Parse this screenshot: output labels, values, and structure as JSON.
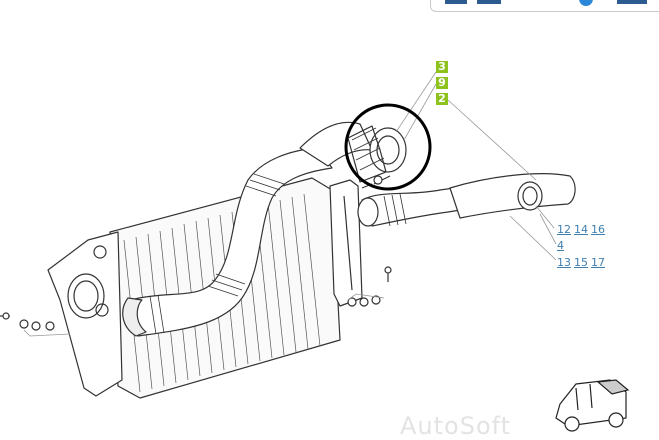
{
  "callouts": [
    "3",
    "9",
    "2"
  ],
  "references": {
    "row1": [
      "12",
      "14",
      "16"
    ],
    "row2": [
      "4"
    ],
    "row3": [
      "13",
      "15",
      "17"
    ]
  },
  "watermark": "AutoSoft",
  "colors": {
    "callout": "#8dc21f",
    "link": "#3f7fb0",
    "drawing": "#333333",
    "highlight": "#000000"
  },
  "icons": {
    "toolbar_button": "toolbar-button",
    "vehicle": "truck-icon"
  }
}
